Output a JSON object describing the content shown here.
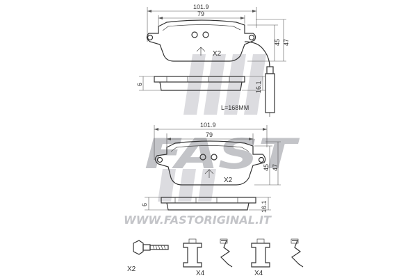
{
  "watermark": {
    "logo_text": "FAST",
    "url": "WWW.FASTORIGINAL.IT",
    "color": "#bfc0c6"
  },
  "pad_top": {
    "width_outer": "101.9",
    "width_inner": "79",
    "height_inner": "45",
    "height_outer": "47",
    "thickness": "6",
    "thickness_with_plate": "16.1",
    "quantity": "X2",
    "sensor_length": "L=168MM"
  },
  "pad_bottom": {
    "width_outer": "101.9",
    "width_inner": "79",
    "height_inner": "45",
    "height_outer": "47",
    "thickness": "6",
    "thickness_with_plate": "16.1",
    "quantity": "X2"
  },
  "accessories": [
    {
      "name": "guide-bolt",
      "quantity": "X2"
    },
    {
      "name": "spring-clip-a",
      "quantity": "X4"
    },
    {
      "name": "spring-clip-b",
      "quantity": "X4"
    }
  ],
  "colors": {
    "line": "#333333",
    "watermark": "#bfc0c6"
  }
}
